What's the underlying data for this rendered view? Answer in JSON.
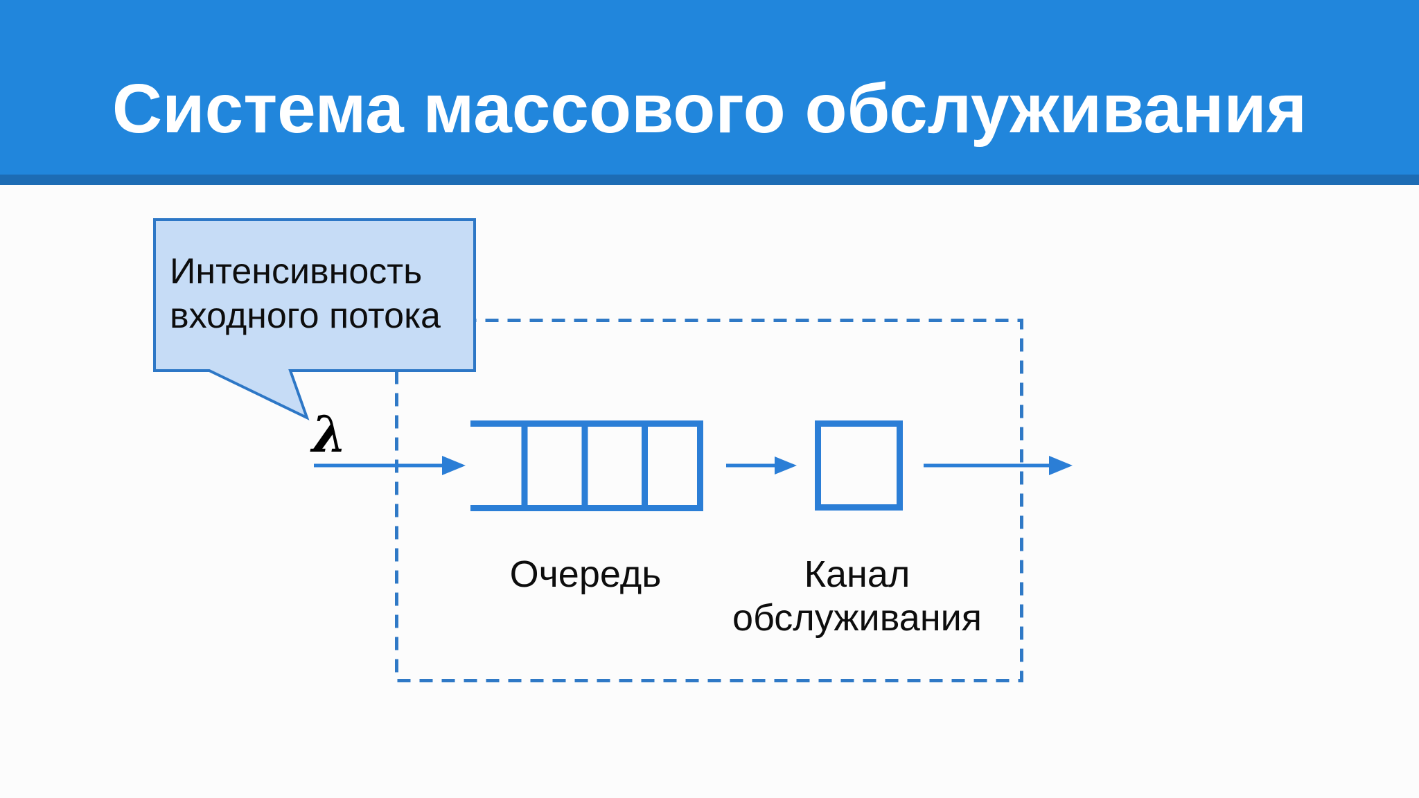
{
  "header": {
    "title": "Система массового обслуживания"
  },
  "callout": {
    "line1": "Интенсивность",
    "line2": "входного потока"
  },
  "diagram": {
    "lambda_symbol": "λ",
    "queue_label": "Очередь",
    "channel_label_line1": "Канал",
    "channel_label_line2": "обслуживания"
  },
  "colors": {
    "header_blue": "#2186dc",
    "header_strip": "#1d6cb4",
    "diagram_blue": "#2b7ed6",
    "dashed_blue": "#2f79c6",
    "callout_fill": "#c6dcf6",
    "callout_border": "#2d77c6",
    "label_black": "#0d0d0d",
    "title_white": "#ffffff",
    "background": "#fcfcfc"
  }
}
